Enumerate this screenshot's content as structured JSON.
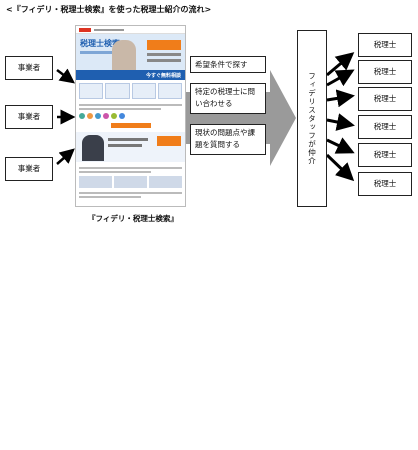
{
  "title": "<『フィデリ・税理士検索』を使った税理士紹介の流れ>",
  "businesses": [
    "事業者",
    "事業者",
    "事業者"
  ],
  "screenshot": {
    "caption": "『フィデリ・税理士検索』",
    "site_heading": "税理士検索",
    "banner": "今すぐ無料相談"
  },
  "steps": [
    "希望条件で探す",
    "特定の税理士に問い合わせる",
    "現状の問題点や課題を質問する"
  ],
  "intermediary": "フィデリスタッフが仲介",
  "tax_accountants": [
    "税理士",
    "税理士",
    "税理士",
    "税理士",
    "税理士",
    "税理士"
  ],
  "colors": {
    "arrow": "#000000",
    "big_arrow": "#9a9a9a",
    "site_blue": "#1f5fb0",
    "site_orange": "#f07d1a"
  }
}
